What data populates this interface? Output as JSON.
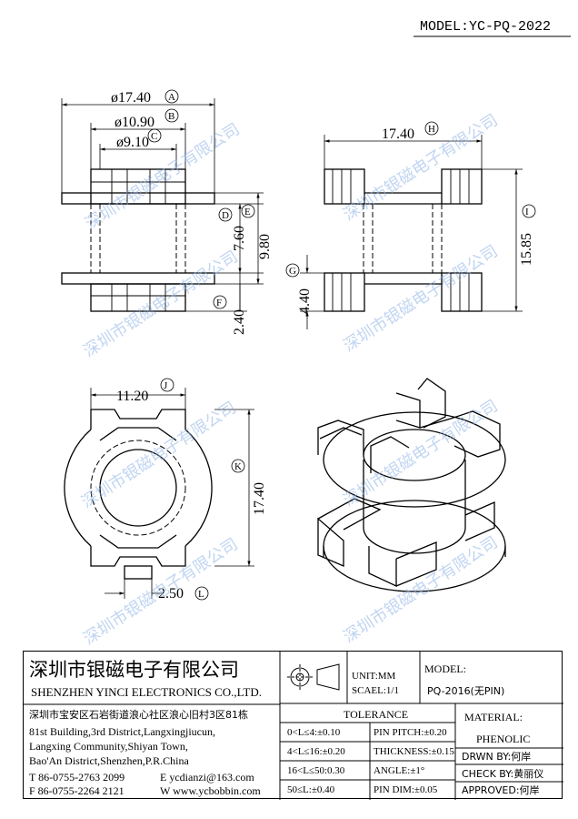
{
  "header": {
    "model": "MODEL:YC-PQ-2022"
  },
  "watermark": "深圳市银磁电子有限公司",
  "dims": {
    "a": "ø17.40",
    "a_mark": "A",
    "b": "ø10.90",
    "b_mark": "B",
    "c": "ø9.10",
    "c_mark": "C",
    "d": "7.60",
    "d_mark": "D",
    "e": "9.80",
    "e_mark": "E",
    "f": "2.40",
    "f_mark": "F",
    "g": "4.40",
    "g_mark": "G",
    "h": "17.40",
    "h_mark": "H",
    "i": "15.85",
    "i_mark": "I",
    "j": "11.20",
    "j_mark": "J",
    "k": "17.40",
    "k_mark": "K",
    "l": "2.50",
    "l_mark": "L"
  },
  "company": {
    "name_cn": "深圳市银磁电子有限公司",
    "name_en": "SHENZHEN YINCI ELECTRONICS CO.,LTD.",
    "addr_cn": "深圳市宝安区石岩街道浪心社区浪心旧村3区81栋",
    "addr_en1": "81st Building,3rd District,Langxingjiucun,",
    "addr_en2": "Langxing Community,Shiyan Town,",
    "addr_en3": "Bao'An District,Shenzhen,P.R.China",
    "tel": "T 86-0755-2763 2099",
    "fax": "F 86-0755-2264 2121",
    "email": "E ycdianzi@163.com",
    "web": "W www.ycbobbin.com"
  },
  "unit": "UNIT:MM",
  "scale": "SCAEL:1/1",
  "model_label": "MODEL:",
  "model_value": "PQ-2016(无PIN)",
  "tolerance": {
    "title": "TOLERANCE",
    "rows": [
      [
        "0<L≤4:±0.10",
        "PIN PITCH:±0.20"
      ],
      [
        "4<L≤16:±0.20",
        "THICKNESS:±0.15"
      ],
      [
        "16<L≤50:0.30",
        "ANGLE:±1°"
      ],
      [
        "50≤L:±0.40",
        "PIN DIM:±0.05"
      ]
    ]
  },
  "material_label": "MATERIAL:",
  "material_value": "PHENOLIC",
  "drawn": "DRWN BY:何岸",
  "check": "CHECK BY:黄丽仪",
  "approved": "APPROVED:何岸"
}
